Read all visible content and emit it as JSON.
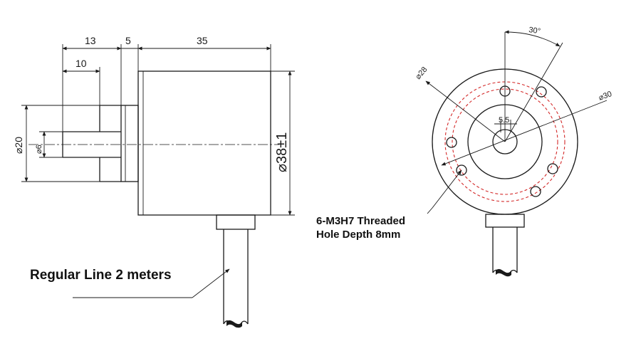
{
  "side_view": {
    "dim_13": "13",
    "dim_5": "5",
    "dim_35": "35",
    "dim_10": "10",
    "dim_phi20": "⌀20",
    "dim_phi6": "⌀6",
    "dim_phi38": "⌀38±1"
  },
  "front_view": {
    "dim_30deg": "30°",
    "dim_phi28": "⌀28",
    "dim_phi30": "⌀30",
    "dim_5_5": "5.5"
  },
  "notes": {
    "thread_line1": "6-M3H7 Threaded",
    "thread_line2": "Hole Depth 8mm",
    "cable": "Regular Line 2 meters"
  },
  "colors": {
    "line": "#1a1a1a",
    "hole_circle": "#d42a2a"
  }
}
